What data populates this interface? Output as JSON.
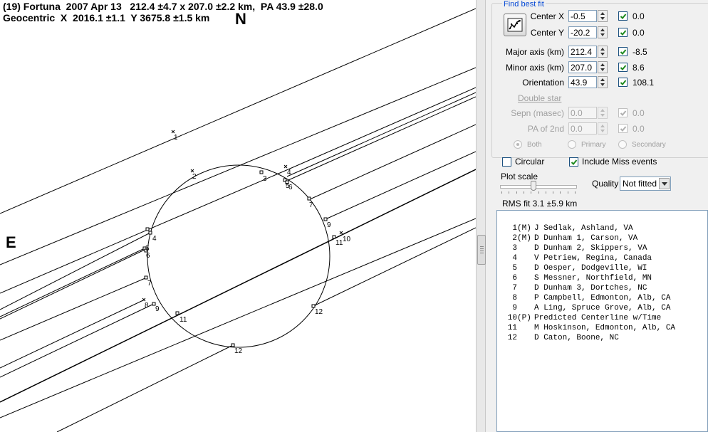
{
  "header": {
    "line1": "(19) Fortuna  2007 Apr 13   212.4 ±4.7 x 207.0 ±2.2 km,  PA 43.9 ±28.0",
    "line2": "Geocentric  X  2016.1 ±1.1  Y 3675.8 ±1.5 km"
  },
  "compass": {
    "north": "N",
    "east": "E"
  },
  "panel": {
    "group_title": "Find best fit",
    "params": [
      {
        "label": "Center X",
        "value": "-0.5",
        "checked": true,
        "result": "0.0"
      },
      {
        "label": "Center Y",
        "value": "-20.2",
        "checked": true,
        "result": "0.0"
      },
      {
        "label": "Major axis (km)",
        "value": "212.4",
        "checked": true,
        "result": "-8.5"
      },
      {
        "label": "Minor axis (km)",
        "value": "207.0",
        "checked": true,
        "result": "8.6"
      },
      {
        "label": "Orientation",
        "value": "43.9",
        "checked": true,
        "result": "108.1"
      }
    ],
    "double_star": {
      "title": "Double star",
      "params": [
        {
          "label": "Sepn (masec)",
          "value": "0.0",
          "checked": true,
          "result": "0.0"
        },
        {
          "label": "PA of 2nd",
          "value": "0.0",
          "checked": true,
          "result": "0.0"
        }
      ],
      "radios": [
        "Both",
        "Primary",
        "Secondary"
      ],
      "selected": "Both"
    },
    "circular": {
      "label": "Circular",
      "checked": false
    },
    "include_miss": {
      "label": "Include Miss events",
      "checked": true
    },
    "plot_scale": {
      "label": "Plot scale",
      "level": 0.43
    },
    "quality": {
      "label": "Quality",
      "value": "Not fitted"
    },
    "rms": "RMS fit 3.1 ±5.9 km"
  },
  "observers": [
    {
      "num": "1",
      "flag": "(M)",
      "text": "J Sedlak, Ashland, VA"
    },
    {
      "num": "2",
      "flag": "(M)",
      "text": "D Dunham 1, Carson, VA"
    },
    {
      "num": "3",
      "flag": "",
      "text": "D Dunham 2, Skippers, VA"
    },
    {
      "num": "4",
      "flag": "",
      "text": "V Petriew, Regina, Canada"
    },
    {
      "num": "5",
      "flag": "",
      "text": "D Oesper, Dodgeville, WI"
    },
    {
      "num": "6",
      "flag": "",
      "text": "S Messner, Northfield, MN"
    },
    {
      "num": "7",
      "flag": "",
      "text": "D Dunham 3, Dortches, NC"
    },
    {
      "num": "8",
      "flag": "",
      "text": "P Campbell, Edmonton, Alb, CA"
    },
    {
      "num": "9",
      "flag": "",
      "text": "A Ling, Spruce Grove, Alb, CA"
    },
    {
      "num": "10",
      "flag": "(P)",
      "text": "Predicted Centerline w/Time"
    },
    {
      "num": "11",
      "flag": "",
      "text": "M Hoskinson, Edmonton, Alb, CA"
    },
    {
      "num": "12",
      "flag": "",
      "text": "D Caton, Boone, NC"
    }
  ],
  "chord_labels": {
    "c1": "1",
    "c2": "2",
    "c3": "3",
    "c4r": "4",
    "c5": "5",
    "c6": "6",
    "c7r": "7",
    "c9r": "9",
    "c10": "10",
    "c11r": "11",
    "c12r": "12",
    "c4l": "4",
    "c5l": "5",
    "c6l": "6",
    "c7l": "7",
    "c8l": "8",
    "c9l": "9",
    "c11l": "11",
    "c12b": "12"
  }
}
